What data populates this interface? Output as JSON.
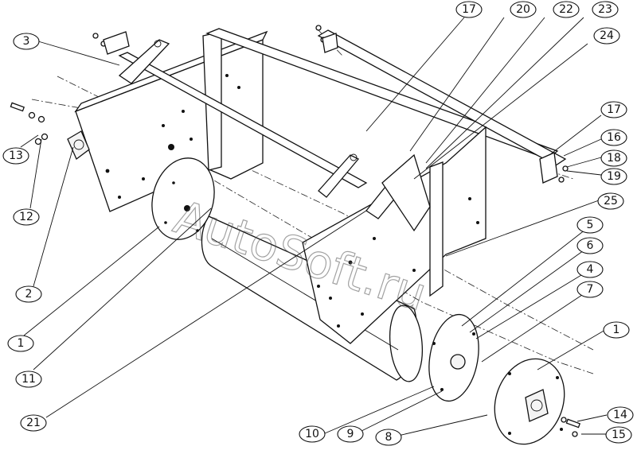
{
  "watermark": "AutoSoft.ru",
  "callouts": [
    {
      "id": "c-17-top",
      "label": "17"
    },
    {
      "id": "c-20",
      "label": "20"
    },
    {
      "id": "c-22",
      "label": "22"
    },
    {
      "id": "c-23",
      "label": "23"
    },
    {
      "id": "c-24",
      "label": "24"
    },
    {
      "id": "c-3",
      "label": "3"
    },
    {
      "id": "c-13",
      "label": "13"
    },
    {
      "id": "c-12",
      "label": "12"
    },
    {
      "id": "c-2",
      "label": "2"
    },
    {
      "id": "c-1-left",
      "label": "1"
    },
    {
      "id": "c-11",
      "label": "11"
    },
    {
      "id": "c-21",
      "label": "21"
    },
    {
      "id": "c-17-right",
      "label": "17"
    },
    {
      "id": "c-16",
      "label": "16"
    },
    {
      "id": "c-18",
      "label": "18"
    },
    {
      "id": "c-19",
      "label": "19"
    },
    {
      "id": "c-25",
      "label": "25"
    },
    {
      "id": "c-5",
      "label": "5"
    },
    {
      "id": "c-6",
      "label": "6"
    },
    {
      "id": "c-4",
      "label": "4"
    },
    {
      "id": "c-7",
      "label": "7"
    },
    {
      "id": "c-1-right",
      "label": "1"
    },
    {
      "id": "c-14",
      "label": "14"
    },
    {
      "id": "c-15",
      "label": "15"
    },
    {
      "id": "c-10",
      "label": "10"
    },
    {
      "id": "c-9",
      "label": "9"
    },
    {
      "id": "c-8",
      "label": "8"
    }
  ]
}
